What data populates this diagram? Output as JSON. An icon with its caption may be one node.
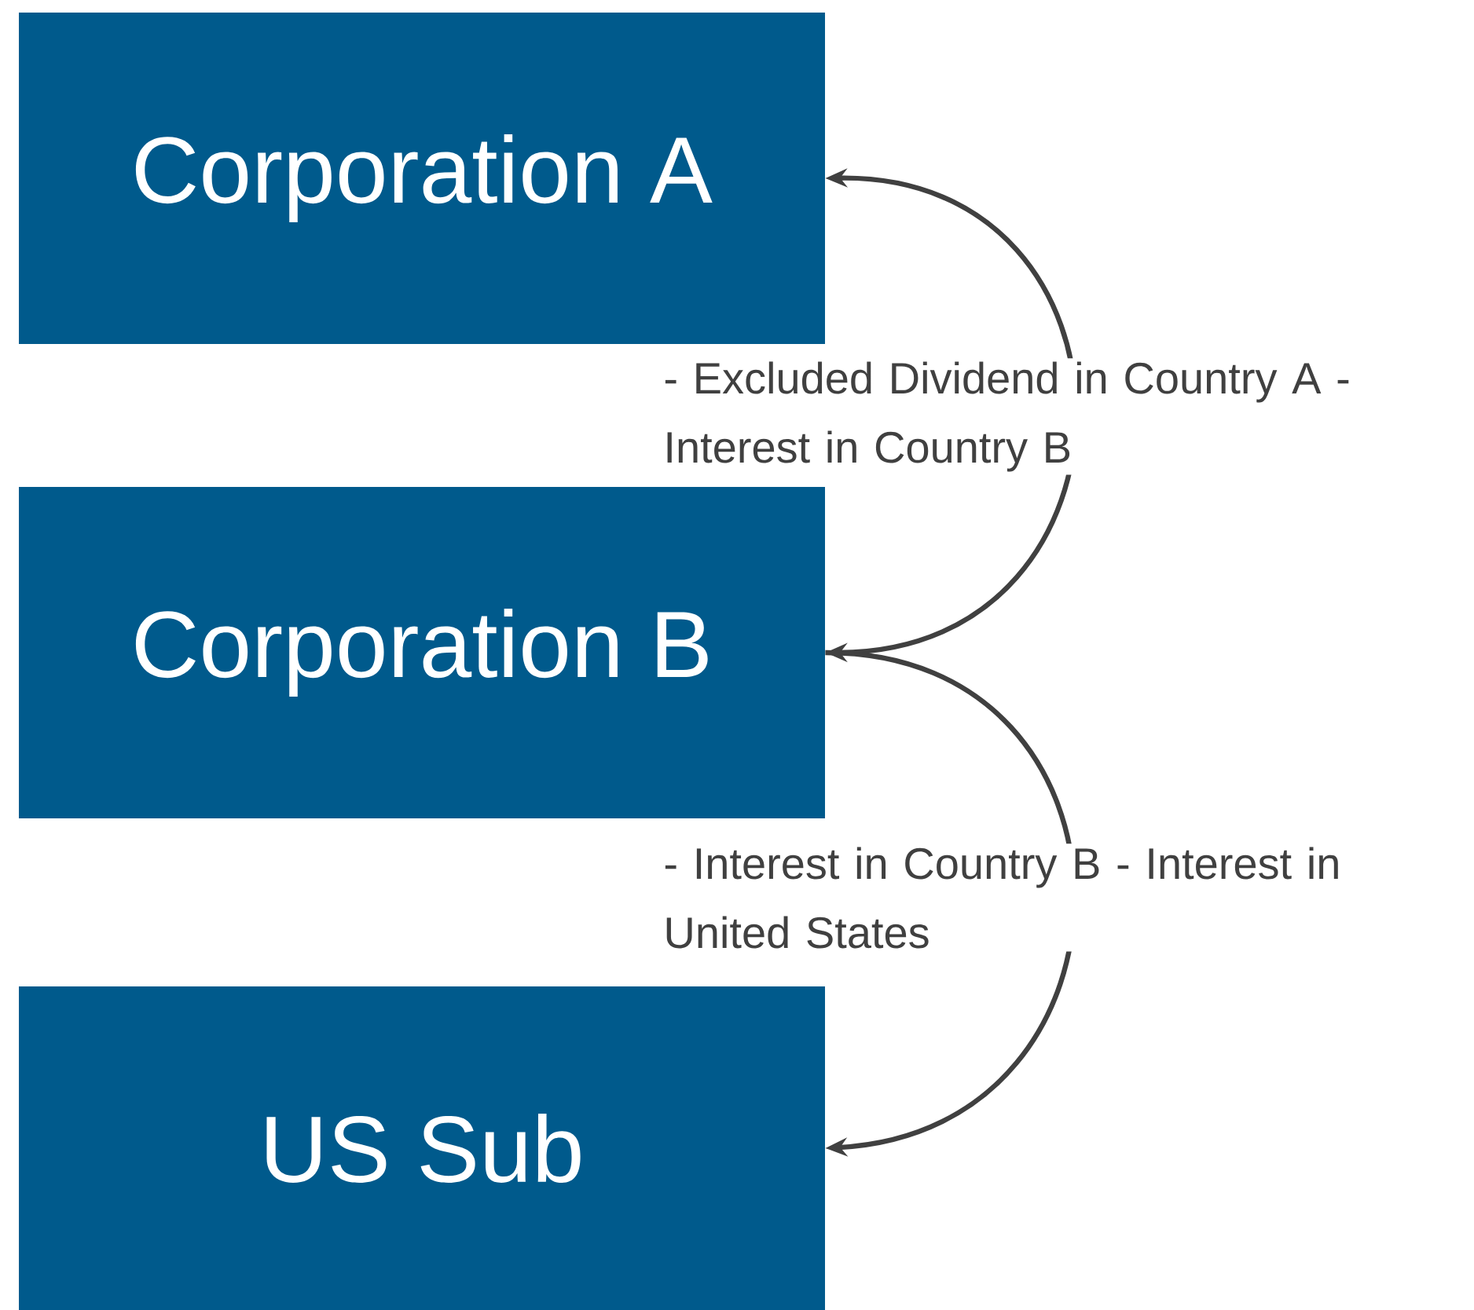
{
  "diagram": {
    "nodes": [
      {
        "text": [
          "Corporation A"
        ]
      },
      {
        "text": [
          "Corporation B"
        ]
      },
      {
        "text": [
          "US Sub"
        ]
      }
    ],
    "edges": [
      {
        "from": 1,
        "to": 0,
        "arrow": "both",
        "label": "- Excluded Dividend in Country A - Interest in Country B"
      },
      {
        "from": 1,
        "to": 2,
        "arrow": "to",
        "label": "- Interest in Country B - Interest in United States"
      }
    ]
  }
}
